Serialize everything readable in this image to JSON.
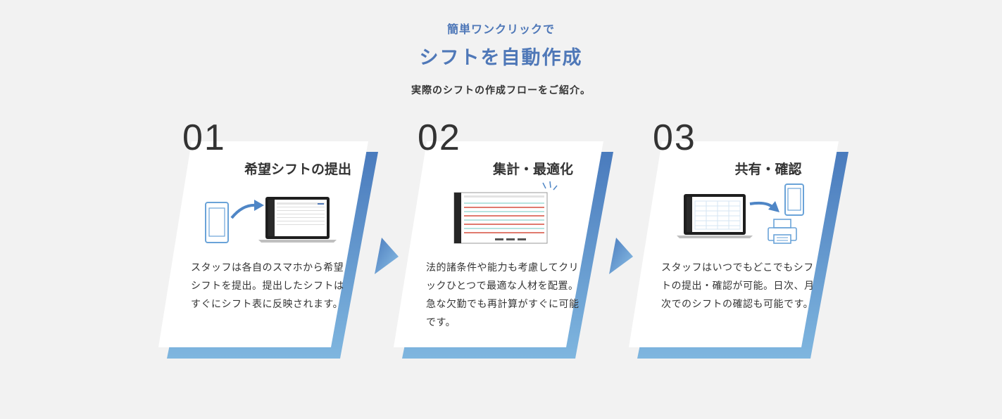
{
  "header": {
    "kicker": "簡単ワンクリックで",
    "title": "シフトを自動作成",
    "lead": "実際のシフトの作成フローをご紹介。"
  },
  "steps": [
    {
      "number": "01",
      "title": "希望シフトの提出",
      "description": "スタッフは各自のスマホから希望シフトを提出。提出したシフトはすぐにシフト表に反映されます。"
    },
    {
      "number": "02",
      "title": "集計・最適化",
      "description": "法的諸条件や能力も考慮してクリックひとつで最適な人材を配置。急な欠勤でも再計算がすぐに可能です。"
    },
    {
      "number": "03",
      "title": "共有・確認",
      "description": "スタッフはいつでもどこでもシフトの提出・確認が可能。日次、月次でのシフトの確認も可能です。"
    }
  ],
  "colors": {
    "accent": "#4f78b8",
    "gradient_top": "#4a7bbd",
    "gradient_bottom": "#7fb6df",
    "background": "#f2f2f2"
  },
  "icons": [
    "smartphone-icon",
    "laptop-icon",
    "curved-arrow-icon",
    "printer-icon",
    "chevron-right-icon"
  ]
}
